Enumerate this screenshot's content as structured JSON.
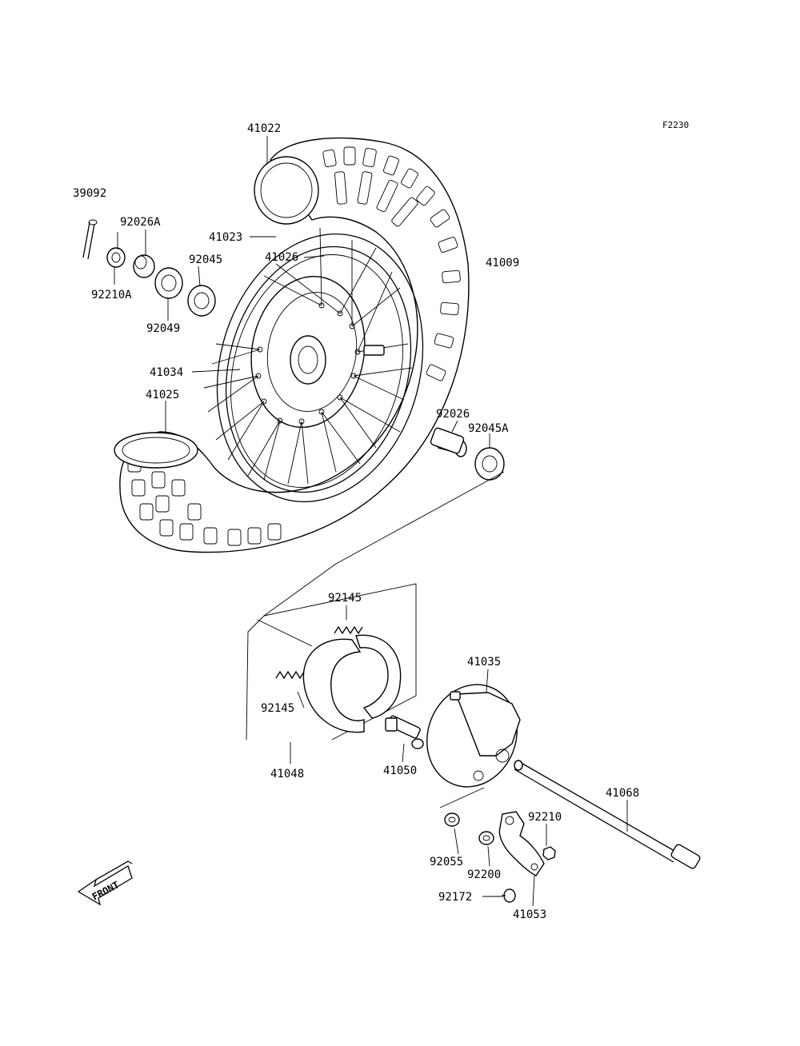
{
  "diagram_code": "F2230",
  "front_label": "FRONT",
  "parts": {
    "p41022": "41022",
    "p39092": "39092",
    "p92026A": "92026A",
    "p41023": "41023",
    "p92045": "92045",
    "p41026": "41026",
    "p41009": "41009",
    "p92210A": "92210A",
    "p92049": "92049",
    "p41034": "41034",
    "p41025": "41025",
    "p92026": "92026",
    "p92045A": "92045A",
    "p92145_top": "92145",
    "p92145_bottom": "92145",
    "p41035": "41035",
    "p41048": "41048",
    "p41050": "41050",
    "p41068": "41068",
    "p92210": "92210",
    "p92055": "92055",
    "p92200": "92200",
    "p92172": "92172",
    "p41053": "41053"
  }
}
